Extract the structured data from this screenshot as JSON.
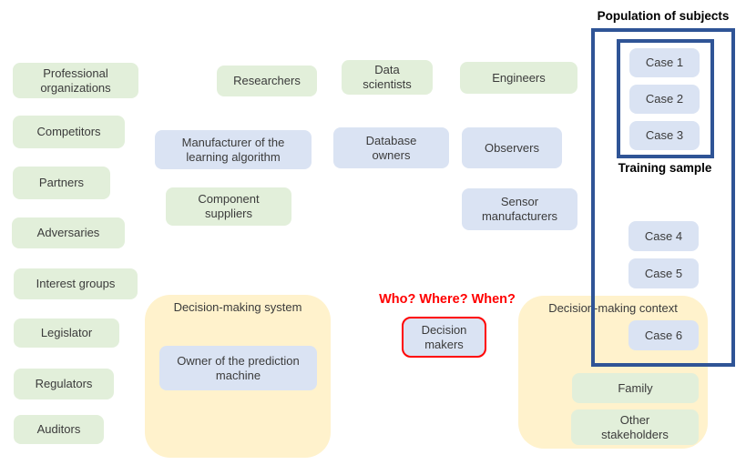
{
  "diagram": {
    "external_stakeholders": [
      "Professional organizations",
      "Competitors",
      "Partners",
      "Adversaries",
      "Interest groups",
      "Legislator",
      "Regulators",
      "Auditors"
    ],
    "builders": {
      "researchers": "Researchers",
      "data_scientists": "Data scientists",
      "engineers": "Engineers",
      "manufacturer_of_learning_algorithm": "Manufacturer of the learning algorithm",
      "database_owners": "Database owners",
      "observers": "Observers",
      "component_suppliers": "Component suppliers",
      "sensor_manufacturers": "Sensor manufacturers"
    },
    "decision_making_system": {
      "title": "Decision-making system",
      "owner_of_prediction_machine": "Owner of the prediction machine"
    },
    "decision_context": {
      "question": "Who? Where? When?",
      "decision_makers": "Decision makers",
      "title": "Decision-making context",
      "family": "Family",
      "other_stakeholders": "Other stakeholders"
    },
    "population": {
      "title": "Population of subjects",
      "training_sample_label": "Training sample",
      "cases": [
        "Case 1",
        "Case 2",
        "Case 3",
        "Case 4",
        "Case 5",
        "Case 6"
      ]
    }
  },
  "colors": {
    "green_fill": "#e2efda",
    "blue_fill": "#dae3f3",
    "yellow_fill": "#fff2cc",
    "dark_blue_border": "#2f5496",
    "red_accent": "#ff0000",
    "text": "#3b3b3b"
  }
}
